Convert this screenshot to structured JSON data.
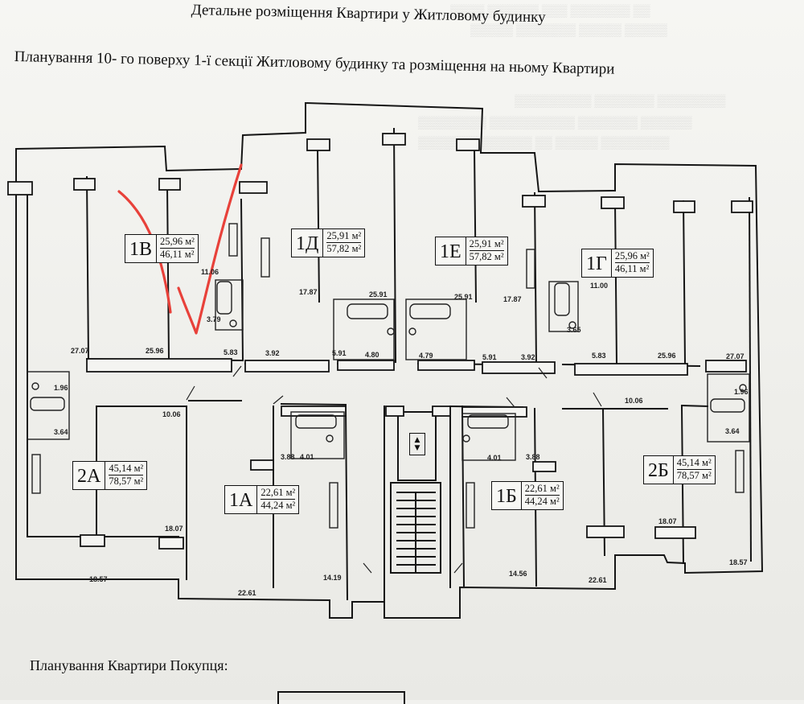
{
  "header": {
    "title": "Детальне розміщення Квартири у Житловому будинку",
    "subtitle": "Планування 10- го поверху 1-ї секції Житловому будинку та розміщення на ньому Квартири"
  },
  "footer": {
    "label": "Планування Квартири Покупця:"
  },
  "apartments": [
    {
      "code": "1В",
      "living": "25,96 м²",
      "total": "46,11 м²"
    },
    {
      "code": "1Д",
      "living": "25,91 м²",
      "total": "57,82 м²"
    },
    {
      "code": "1Е",
      "living": "25,91 м²",
      "total": "57,82 м²"
    },
    {
      "code": "1Г",
      "living": "25,96 м²",
      "total": "46,11 м²"
    },
    {
      "code": "2А",
      "living": "45,14 м²",
      "total": "78,57 м²"
    },
    {
      "code": "1А",
      "living": "22,61 м²",
      "total": "44,24 м²"
    },
    {
      "code": "1Б",
      "living": "22,61 м²",
      "total": "44,24 м²"
    },
    {
      "code": "2Б",
      "living": "45,14 м²",
      "total": "78,57 м²"
    }
  ],
  "room_dimensions": [
    "11.06",
    "3.79",
    "27.07",
    "25.96",
    "5.83",
    "3.92",
    "17.87",
    "25.91",
    "5.91",
    "4.80",
    "4.79",
    "5.91",
    "3.92",
    "17.87",
    "25.91",
    "11.00",
    "3.65",
    "5.83",
    "25.96",
    "27.07",
    "1.96",
    "3.64",
    "10.06",
    "3.88",
    "4.01",
    "18.07",
    "18.57",
    "22.61",
    "14.19",
    "4.01",
    "3.88",
    "14.56",
    "22.61",
    "10.06",
    "1.96",
    "3.64",
    "18.07",
    "18.57"
  ],
  "marks": {
    "selected_apartment": "1В",
    "checkmark_color": "#e8413a",
    "line_color": "#111111"
  }
}
